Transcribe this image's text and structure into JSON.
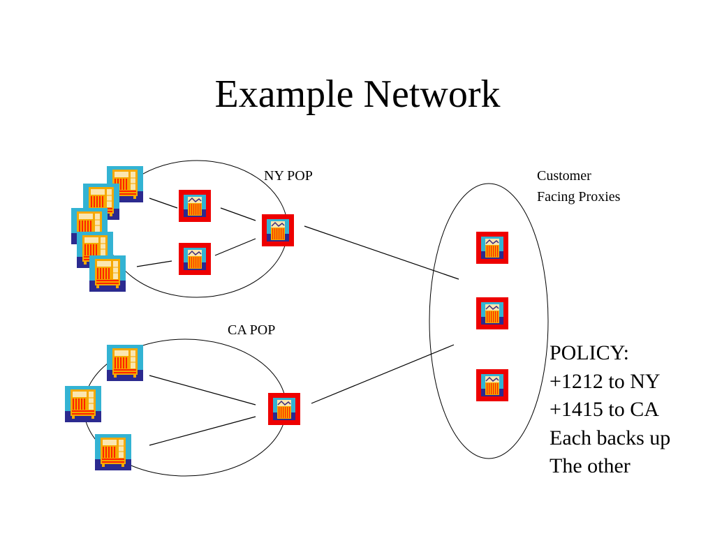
{
  "slide": {
    "title": "Example Network",
    "labels": {
      "ny_pop": "NY POP",
      "ca_pop": "CA POP",
      "customer_proxies_line1": "Customer",
      "customer_proxies_line2": "Facing Proxies"
    },
    "policy": {
      "lines": [
        "POLICY:",
        "+1212 to NY",
        "+1415 to CA",
        "Each backs up",
        "The other"
      ]
    }
  },
  "diagram": {
    "groups": [
      {
        "name": "ny-pop",
        "label": "NY POP",
        "servers": 5,
        "edge_proxies": 2,
        "pop_proxies": 1
      },
      {
        "name": "ca-pop",
        "label": "CA POP",
        "servers": 3,
        "edge_proxies": 0,
        "pop_proxies": 1
      },
      {
        "name": "customer-facing-proxies",
        "label": "Customer Facing Proxies",
        "proxies": 3
      }
    ],
    "icons": {
      "server": "server-icon",
      "proxy": "proxy-icon"
    },
    "colors": {
      "proxy_border": "#ee0000",
      "icon_background": "#33b3d3",
      "icon_base": "#2b2a8f",
      "icon_body": "#f5a800",
      "icon_stripes": "#ff2200",
      "icon_panel": "#fbe6b0"
    }
  }
}
